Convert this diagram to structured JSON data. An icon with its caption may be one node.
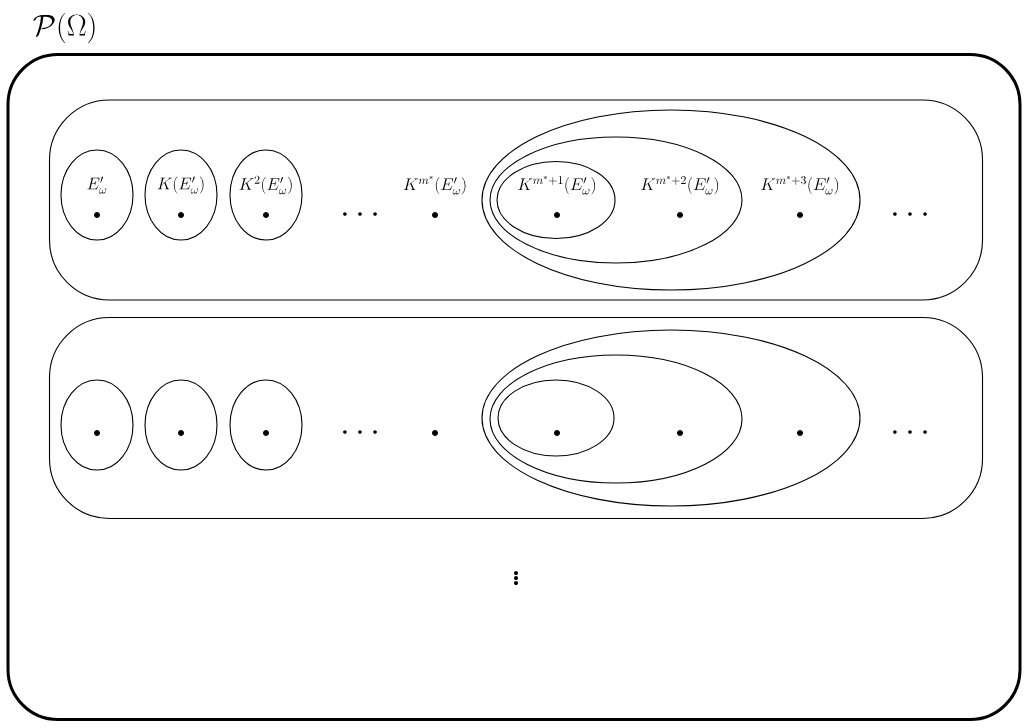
{
  "diagram": {
    "nodes": [
      {
        "text": [
          "\\mathcal{P}(\\Omega)"
        ]
      },
      {
        "text": [],
        "shape": "box",
        "in": 0
      },
      {
        "text": [
          "E'_\\omega"
        ],
        "in": 1
      },
      {
        "text": [
          "K(E'_\\omega)"
        ],
        "in": 1
      },
      {
        "text": [
          "K^2(E'_\\omega)"
        ],
        "in": 1
      },
      {
        "text": [
          "K^{m^*+3}(E'_\\omega)"
        ],
        "in": 1
      },
      {
        "text": [
          "K^{m^*+2}(E'_\\omega)"
        ],
        "in": 5
      },
      {
        "text": [
          "K^{m^*+1}(E'_\\omega)"
        ],
        "in": 6
      },
      {
        "text": [],
        "shape": "box",
        "in": 0
      },
      {
        "text": [],
        "shape": "ellipse",
        "in": 8
      },
      {
        "text": [],
        "shape": "ellipse",
        "in": 8
      },
      {
        "text": [],
        "shape": "ellipse",
        "in": 8
      },
      {
        "text": [],
        "shape": "ellipse",
        "in": 8
      },
      {
        "text": [],
        "shape": "ellipse",
        "in": 12
      },
      {
        "text": [],
        "shape": "ellipse",
        "in": 13
      }
    ],
    "labels": [
      "\\cdots",
      "K^{m^*}(E'_\\omega)",
      "\\cdots",
      "\\cdots",
      "\\cdots",
      "\\vdots"
    ]
  }
}
